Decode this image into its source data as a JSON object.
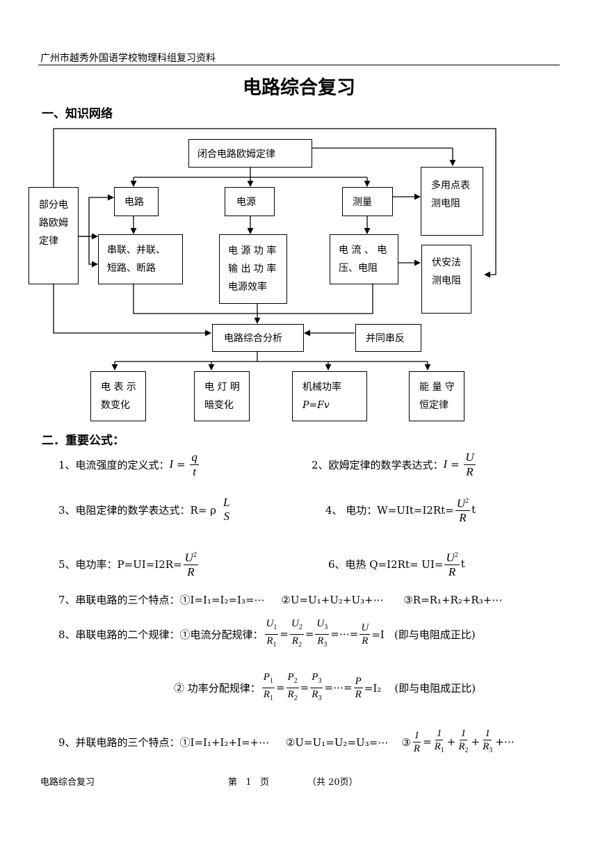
{
  "header": {
    "school": "广州市越秀外国语学校物理科组复习资料"
  },
  "title": "电路综合复习",
  "section1": "一、知识网络",
  "section2": "二．重要公式：",
  "diagram": {
    "closed": "闭合电路欧姆定律",
    "partial": [
      "部分电",
      "路欧姆",
      "定律"
    ],
    "circuit": "电路",
    "source": "电源",
    "measure": "测量",
    "multimeter": [
      "多用点表",
      "测电阻"
    ],
    "series": [
      "串联、并联、",
      "短路、断路"
    ],
    "power": [
      "电 源 功 率",
      "输 出 功 率",
      "电源效率"
    ],
    "cvr": [
      "电 流 、 电",
      "压、电阻"
    ],
    "voltamm": [
      "伏安法",
      "测电阻"
    ],
    "analysis": "电路综合分析",
    "rule": "并同串反",
    "meter": [
      "电 表 示",
      "数变化"
    ],
    "lamp": [
      "电 灯 明",
      "暗变化"
    ],
    "mech": [
      "机械功率",
      "P=Fv"
    ],
    "energy": [
      "能 量 守",
      "恒定律"
    ]
  },
  "formulas": {
    "f1_label": "1、电流强度的定义式：",
    "f2_label": "2、欧姆定律的数学表达式：",
    "f3_label": "3、电阻定律的数学表达式：R= ρ",
    "f4_label": "4、  电功：W=UIt=I2Rt=",
    "f5_label": "5、电功率：P=UI=I2R=",
    "f6_label": "6、电热 Q=I2Rt= UI=",
    "f7": "7、串联电路的三个特点：①I=I₁=I₂=I₃=⋯     ②U=U₁+U₂+U₃+⋯      ③R=R₁+R₂+R₃+⋯",
    "f8_label": "8、串联电路的二个规律：①电流分配规律：",
    "f8_tail": "=I   (即与电阻成正比)",
    "f8b_label": "②  功率分配规律：",
    "f8b_tail": "=I₂    (即与电阻成正比)",
    "f9_label": "9、并联电路的三个特点：①I=I₁+I₂+I=+⋯     ②U=U₁=U₂=U₃=⋯    ③",
    "ellipsis": "=⋯=",
    "plus_tail": "+⋯",
    "t": "t"
  },
  "footer": {
    "left": "电路综合复习",
    "page": "第   1   页",
    "total": "（共 20页）"
  }
}
